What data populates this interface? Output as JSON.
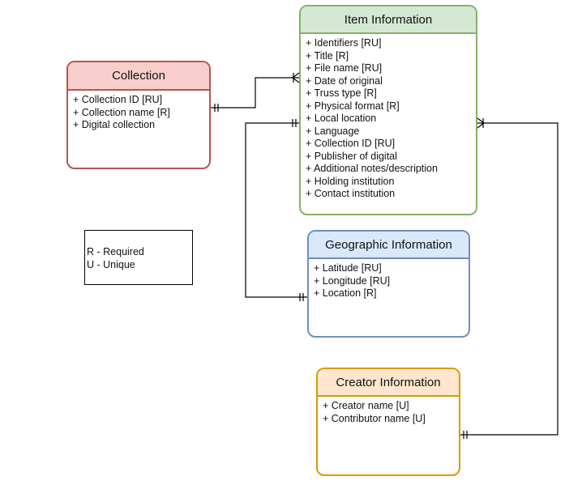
{
  "entities": {
    "collection": {
      "title": "Collection",
      "attributes": [
        "+ Collection ID [RU]",
        "+ Collection name [R]",
        "+ Digital collection"
      ],
      "color": {
        "fill": "#f8cecc",
        "stroke": "#b85450"
      }
    },
    "item": {
      "title": "Item Information",
      "attributes": [
        "+ Identifiers [RU]",
        "+ Title [R]",
        "+ File name [RU]",
        "+ Date of original",
        "+ Truss type [R]",
        "+ Physical format [R]",
        "+ Local location",
        "+ Language",
        "+ Collection ID [RU]",
        "+ Publisher of digital",
        "+ Additional notes/description",
        "+ Holding institution",
        "+ Contact institution"
      ],
      "color": {
        "fill": "#d5e8d4",
        "stroke": "#82b366"
      }
    },
    "geo": {
      "title": "Geographic Information",
      "attributes": [
        "+ Latitude [RU]",
        "+ Longitude [RU]",
        "+ Location [R]"
      ],
      "color": {
        "fill": "#dae8fc",
        "stroke": "#6c8ebf"
      }
    },
    "creator": {
      "title": "Creator Information",
      "attributes": [
        "+ Creator name [U]",
        "+ Contributor name [U]"
      ],
      "color": {
        "fill": "#ffe6cc",
        "stroke": "#d79b00"
      }
    }
  },
  "legend": {
    "lines": [
      "R - Required",
      "U - Unique"
    ]
  },
  "relationships": [
    {
      "from": "collection",
      "from_cardinality": "one-and-only-one",
      "to": "item",
      "to_cardinality": "one-or-many"
    },
    {
      "from": "geo",
      "from_cardinality": "one-and-only-one",
      "to": "item",
      "to_cardinality": "one-and-only-one"
    },
    {
      "from": "creator",
      "from_cardinality": "one-and-only-one",
      "to": "item",
      "to_cardinality": "one-or-many"
    }
  ]
}
